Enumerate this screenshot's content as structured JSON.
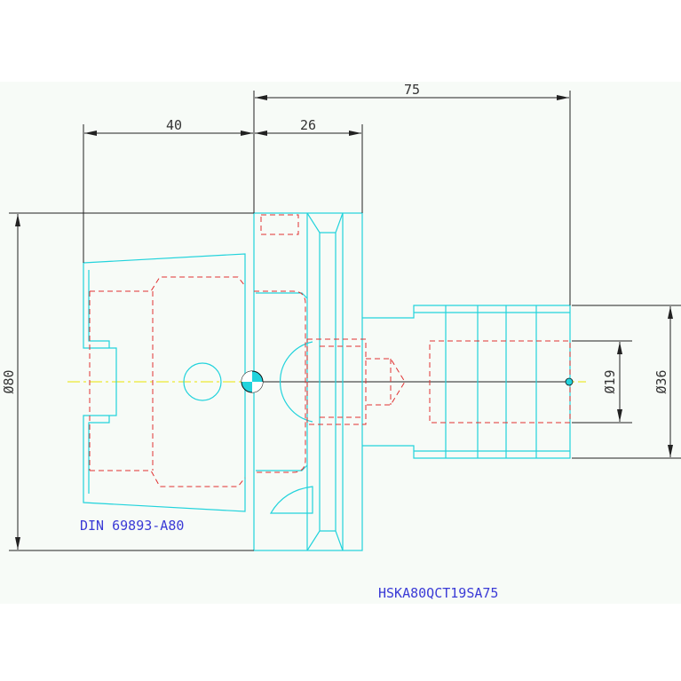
{
  "drawing": {
    "part_code": "HSKA80QCT19SA75",
    "standard": "DIN 69893-A80",
    "dimensions": {
      "overall_length": "75",
      "taper_length": "40",
      "flange_length": "26",
      "flange_diameter": "Ø80",
      "bore_diameter": "Ø19",
      "shank_diameter": "Ø36"
    },
    "colors": {
      "outline": "#22d3dc",
      "hidden": "#e03030",
      "centerline": "#e8e400",
      "dimension": "#222222",
      "label": "#3b3bd6",
      "background": "#f7fbf7"
    }
  }
}
